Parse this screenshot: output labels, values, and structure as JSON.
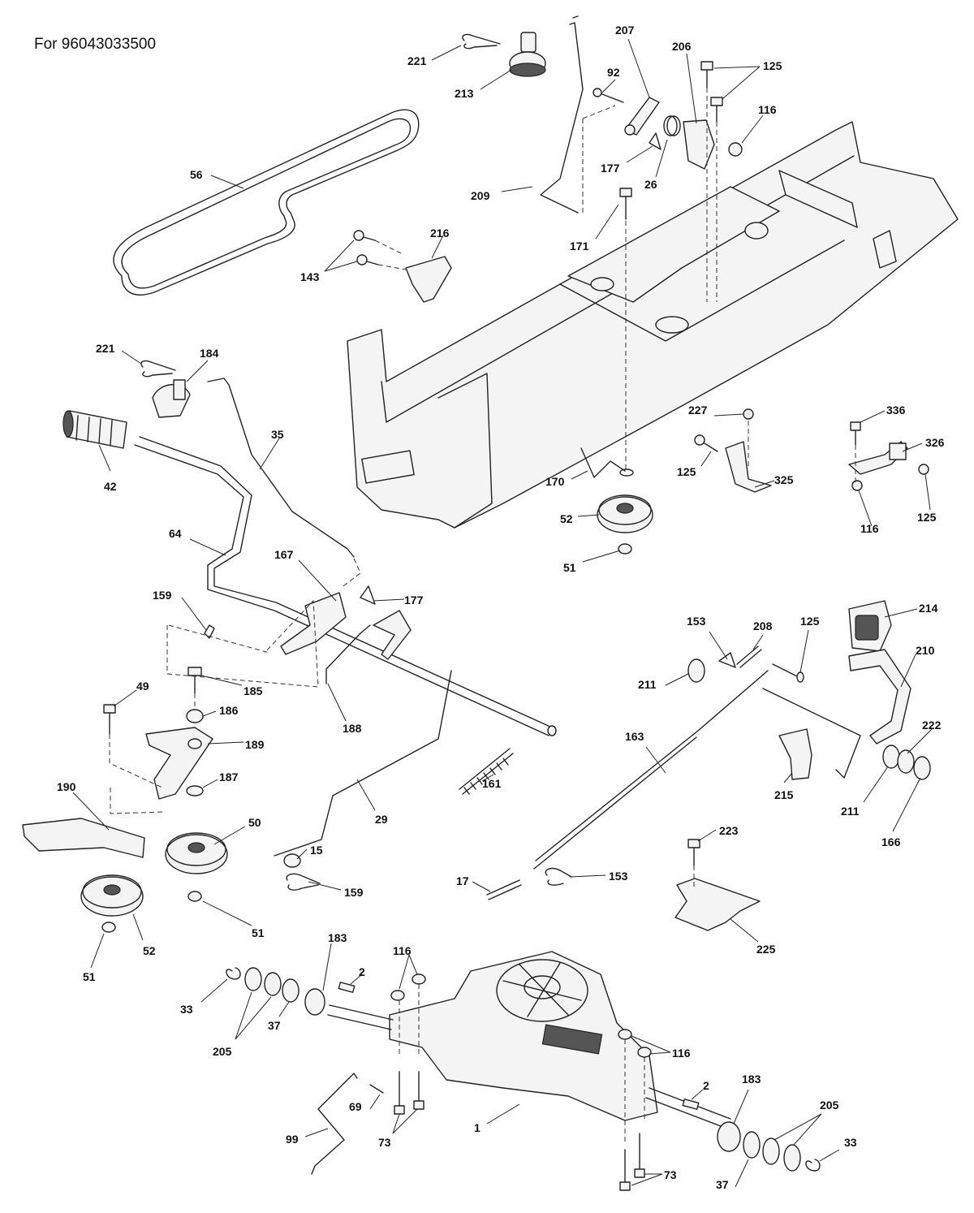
{
  "heading": "For 96043033500",
  "callouts": [
    {
      "id": "c221a",
      "text": "221"
    },
    {
      "id": "c213",
      "text": "213"
    },
    {
      "id": "c56",
      "text": "56"
    },
    {
      "id": "c209",
      "text": "209"
    },
    {
      "id": "c207",
      "text": "207"
    },
    {
      "id": "c92",
      "text": "92"
    },
    {
      "id": "c177a",
      "text": "177"
    },
    {
      "id": "c26",
      "text": "26"
    },
    {
      "id": "c206",
      "text": "206"
    },
    {
      "id": "c125a",
      "text": "125"
    },
    {
      "id": "c116a",
      "text": "116"
    },
    {
      "id": "c171",
      "text": "171"
    },
    {
      "id": "c216",
      "text": "216"
    },
    {
      "id": "c143",
      "text": "143"
    },
    {
      "id": "c221b",
      "text": "221"
    },
    {
      "id": "c184",
      "text": "184"
    },
    {
      "id": "c42",
      "text": "42"
    },
    {
      "id": "c35",
      "text": "35"
    },
    {
      "id": "c64",
      "text": "64"
    },
    {
      "id": "c167",
      "text": "167"
    },
    {
      "id": "c177b",
      "text": "177"
    },
    {
      "id": "c159a",
      "text": "159"
    },
    {
      "id": "c227",
      "text": "227"
    },
    {
      "id": "c125b",
      "text": "125"
    },
    {
      "id": "c325",
      "text": "325"
    },
    {
      "id": "c170",
      "text": "170"
    },
    {
      "id": "c52a",
      "text": "52"
    },
    {
      "id": "c51a",
      "text": "51"
    },
    {
      "id": "c336",
      "text": "336"
    },
    {
      "id": "c326",
      "text": "326"
    },
    {
      "id": "c116b",
      "text": "116"
    },
    {
      "id": "c125c",
      "text": "125"
    },
    {
      "id": "c153a",
      "text": "153"
    },
    {
      "id": "c208",
      "text": "208"
    },
    {
      "id": "c125d",
      "text": "125"
    },
    {
      "id": "c214",
      "text": "214"
    },
    {
      "id": "c210",
      "text": "210"
    },
    {
      "id": "c211a",
      "text": "211"
    },
    {
      "id": "c222",
      "text": "222"
    },
    {
      "id": "c211b",
      "text": "211"
    },
    {
      "id": "c166",
      "text": "166"
    },
    {
      "id": "c215",
      "text": "215"
    },
    {
      "id": "c163",
      "text": "163"
    },
    {
      "id": "c185",
      "text": "185"
    },
    {
      "id": "c49",
      "text": "49"
    },
    {
      "id": "c186",
      "text": "186"
    },
    {
      "id": "c189",
      "text": "189"
    },
    {
      "id": "c188",
      "text": "188"
    },
    {
      "id": "c187",
      "text": "187"
    },
    {
      "id": "c190",
      "text": "190"
    },
    {
      "id": "c50",
      "text": "50"
    },
    {
      "id": "c161",
      "text": "161"
    },
    {
      "id": "c29",
      "text": "29"
    },
    {
      "id": "c15",
      "text": "15"
    },
    {
      "id": "c159b",
      "text": "159"
    },
    {
      "id": "c17",
      "text": "17"
    },
    {
      "id": "c153b",
      "text": "153"
    },
    {
      "id": "c223",
      "text": "223"
    },
    {
      "id": "c225",
      "text": "225"
    },
    {
      "id": "c52b",
      "text": "52"
    },
    {
      "id": "c51b",
      "text": "51"
    },
    {
      "id": "c51c",
      "text": "51"
    },
    {
      "id": "c183a",
      "text": "183"
    },
    {
      "id": "c116c",
      "text": "116"
    },
    {
      "id": "c2a",
      "text": "2"
    },
    {
      "id": "c33a",
      "text": "33"
    },
    {
      "id": "c205a",
      "text": "205"
    },
    {
      "id": "c37a",
      "text": "37"
    },
    {
      "id": "c116d",
      "text": "116"
    },
    {
      "id": "c69",
      "text": "69"
    },
    {
      "id": "c99",
      "text": "99"
    },
    {
      "id": "c73a",
      "text": "73"
    },
    {
      "id": "c1",
      "text": "1"
    },
    {
      "id": "c2b",
      "text": "2"
    },
    {
      "id": "c183b",
      "text": "183"
    },
    {
      "id": "c205b",
      "text": "205"
    },
    {
      "id": "c33b",
      "text": "33"
    },
    {
      "id": "c73b",
      "text": "73"
    },
    {
      "id": "c37b",
      "text": "37"
    }
  ]
}
